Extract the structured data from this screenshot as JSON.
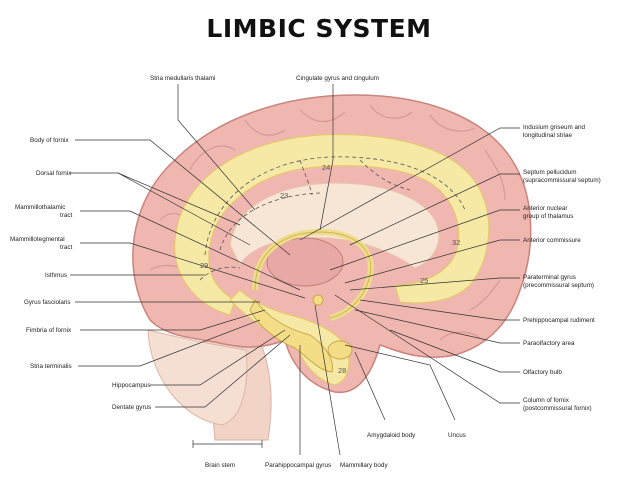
{
  "title": "LIMBIC SYSTEM",
  "labels": {
    "stria_medullaris": "Stria medullaris thalami",
    "cingulate": "Cingulate gyrus and cingulum",
    "body_fornix": "Body of fornix",
    "dorsal_fornix": "Dorsal fornix",
    "mammillothalamic_1": "Mammillothalamic",
    "mammillothalamic_2": "tract",
    "mammillotegmental_1": "Mammillotegmental",
    "mammillotegmental_2": "tract",
    "isthmus": "Isthmus",
    "gyrus_fasciolaris": "Gyrus fasciolaris",
    "fimbria": "Fimbria of fornix",
    "stria_terminalis": "Stria terminalis",
    "hippocampus": "Hippocampus",
    "dentate": "Dentate gyrus",
    "brain_stem": "Brain stem",
    "parahippocampal": "Parahippocampal gyrus",
    "mammillary": "Mammillary body",
    "amygdaloid": "Amygdaloid body",
    "uncus": "Uncus",
    "indusium_1": "Indusium griseum and",
    "indusium_2": "longitudinal striae",
    "septum_1": "Septum pellucidum",
    "septum_2": "(supracommissural septum)",
    "anterior_nuclear_1": "Anterior nuclear",
    "anterior_nuclear_2": "group of thalamus",
    "anterior_commissure": "Anterior commissure",
    "paraterminal_1": "Paraterminal gyrus",
    "paraterminal_2": "(precommissural septum)",
    "prehippocampal": "Prehippocampal rudiment",
    "paraolfactory": "Paraolfactory area",
    "olfactory_bulb": "Olfactory bulb",
    "column_fornix_1": "Column of fornix",
    "column_fornix_2": "(postcommissural fornix)"
  },
  "area_numbers": {
    "a24": "24",
    "a23": "23",
    "a32": "32",
    "a29": "29",
    "a25": "25",
    "a28": "28"
  },
  "colors": {
    "cortex_fill": "#f0b7b0",
    "cortex_outline": "#c9847d",
    "limbic_yellow": "#f6e9a6",
    "thalamus_pink": "#e8a8a5",
    "brainstem": "#f0d0c2",
    "cerebellum": "#f4dcd0"
  }
}
